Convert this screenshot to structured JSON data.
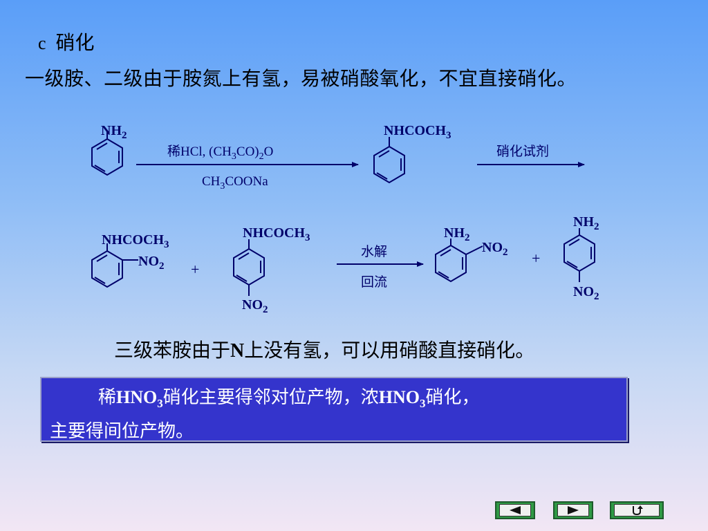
{
  "heading": {
    "marker": "c",
    "text": "硝化"
  },
  "line1": "一级胺、二级由于胺氮上有氢，易被硝酸氧化，不宜直接硝化。",
  "scheme": {
    "row1": {
      "reactant_label": "NH",
      "reactant_sub": "2",
      "cond_top_a": "稀HCl,  (CH",
      "cond_top_b": "3",
      "cond_top_c": "CO)",
      "cond_top_d": "2",
      "cond_top_e": "O",
      "cond_bottom_a": "CH",
      "cond_bottom_b": "3",
      "cond_bottom_c": "COONa",
      "product_label": "NHCOCH",
      "product_sub": "3",
      "reagent": "硝化试剂"
    },
    "row2": {
      "ortho_top": "NHCOCH",
      "ortho_top_sub": "3",
      "ortho_no2": "NO",
      "ortho_no2_sub": "2",
      "plus": "+",
      "para_top": "NHCOCH",
      "para_top_sub": "3",
      "para_no2": "NO",
      "para_no2_sub": "2",
      "cond_top": "水解",
      "cond_bottom": "回流",
      "prod_ortho_nh2": "NH",
      "prod_ortho_nh2_sub": "2",
      "prod_ortho_no2": "NO",
      "prod_ortho_no2_sub": "2",
      "plus2": "+",
      "prod_para_nh2": "NH",
      "prod_para_nh2_sub": "2",
      "prod_para_no2": "NO",
      "prod_para_no2_sub": "2"
    }
  },
  "line3_a": "三级苯胺由于",
  "line3_n": "N",
  "line3_b": "上没有氢，可以用硝酸直接硝化。",
  "note": {
    "p1_a": "稀",
    "p1_chem": "HNO",
    "p1_sub": "3",
    "p1_b": "硝化主要得邻对位产物，浓",
    "p1_chem2": "HNO",
    "p1_sub2": "3",
    "p1_c": "硝化，",
    "p2": "主要得间位产物。"
  },
  "nav": {
    "prev_icon": "triangle-left-icon",
    "next_icon": "triangle-right-icon",
    "return_icon": "return-arrow-icon"
  },
  "colors": {
    "ink": "#00006a",
    "box_bg": "#3434cc",
    "nav_green": "#2f9a45"
  }
}
